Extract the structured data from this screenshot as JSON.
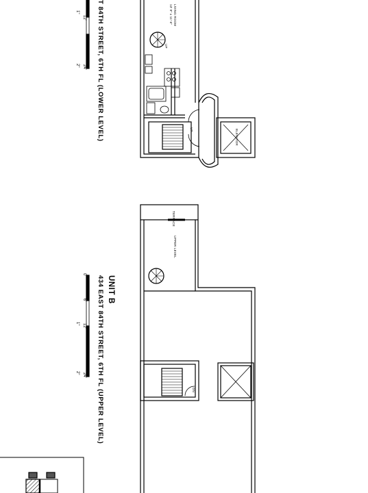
{
  "lower_plan": {
    "title": "T 84TH STREET, 6TH FL (LOWER LEVEL)",
    "room_label_1": "LIVING ROOM",
    "room_label_2": "13' 8\" x 11'-6\"",
    "up_label_1": "UP",
    "up_label_2": "UP",
    "elevator_label": "ELEVATOR"
  },
  "upper_plan": {
    "unit": "UNIT B",
    "title": "434 EAST 84TH STREET, 6TH FL (UPPER LEVEL)",
    "terrace_label": "TERRACE",
    "upper_level_label": "UPPER LEVEL",
    "dn_label": "DN"
  },
  "scale_bar_top": {
    "ticks": [
      "12'",
      "24'"
    ],
    "secondary": [
      "1\"",
      "2\""
    ]
  },
  "scale_bar_bottom": {
    "ticks": [
      "0",
      "6'",
      "12'",
      "24'"
    ],
    "secondary": [
      "1\"",
      "2\""
    ]
  }
}
